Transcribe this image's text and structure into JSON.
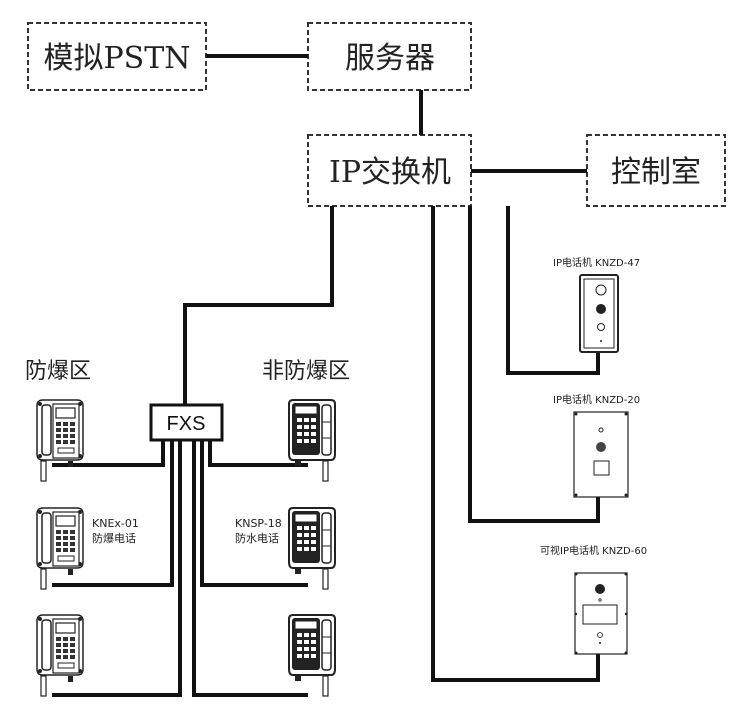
{
  "nodes": {
    "pstn": {
      "label": "模拟PSTN"
    },
    "server": {
      "label": "服务器"
    },
    "ip_switch": {
      "label": "IP交换机"
    },
    "control_room": {
      "label": "控制室"
    },
    "fxs": {
      "label": "FXS"
    }
  },
  "zones": {
    "explosion_proof": {
      "label": "防爆区"
    },
    "non_explosion_proof": {
      "label": "非防爆区"
    }
  },
  "analog_phones": {
    "explosion_proof": {
      "model": "KNEx-01",
      "name": "防爆电话",
      "count": 3
    },
    "waterproof": {
      "model": "KNSP-18",
      "name": "防水电话",
      "count": 3
    }
  },
  "ip_phones": [
    {
      "label": "IP电话机 KNZD-47"
    },
    {
      "label": "IP电话机 KNZD-20"
    },
    {
      "label": "可视IP电话机 KNZD-60"
    }
  ],
  "colors": {
    "line": "#111111",
    "dash": "#333333"
  }
}
